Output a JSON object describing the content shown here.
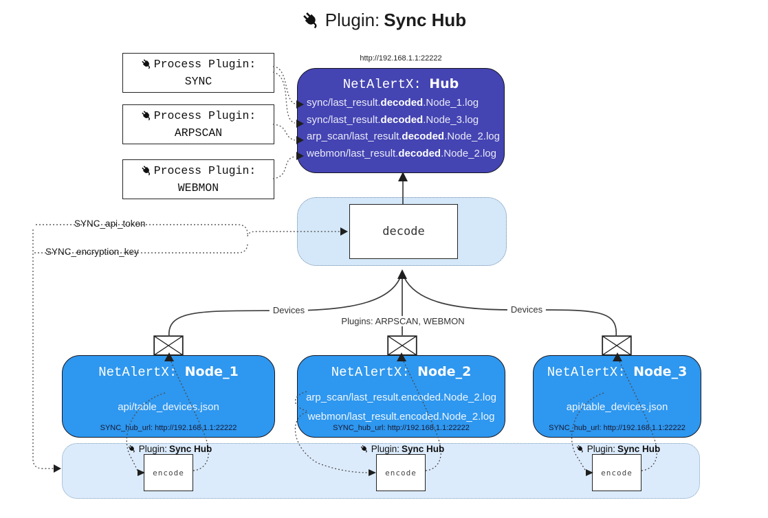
{
  "title": {
    "prefix": "Plugin: ",
    "name": "Sync Hub"
  },
  "colors": {
    "hub_fill": "#4444b3",
    "node_fill": "#2e97ef",
    "decode_panel_fill": "#d5e8f9",
    "encode_band_fill": "#dcebfb"
  },
  "process_plugins": [
    {
      "label": "Process Plugin:",
      "name": "SYNC"
    },
    {
      "label": "Process Plugin:",
      "name": "ARPSCAN"
    },
    {
      "label": "Process Plugin:",
      "name": "WEBMON"
    }
  ],
  "hub": {
    "url": "http://192.168.1.1:22222",
    "title_prefix": "NetAlertX: ",
    "title_name": "Hub",
    "logs": [
      {
        "pre": "sync/last_result.",
        "bold": "decoded",
        "post": ".Node_1.log"
      },
      {
        "pre": "sync/last_result.",
        "bold": "decoded",
        "post": ".Node_3.log"
      },
      {
        "pre": "arp_scan/last_result.",
        "bold": "decoded",
        "post": ".Node_2.log"
      },
      {
        "pre": "webmon/last_result.",
        "bold": "decoded",
        "post": ".Node_2.log"
      }
    ]
  },
  "decode_box": {
    "label": "decode"
  },
  "config_labels": {
    "api_token": "SYNC_api_token",
    "encryption_key": "SYNC_encryption_key"
  },
  "edge_labels": {
    "devices_left": "Devices",
    "plugins_mid": "Plugins: ARPSCAN, WEBMON",
    "devices_right": "Devices"
  },
  "nodes": [
    {
      "title_prefix": "NetAlertX: ",
      "title_name": "Node_1",
      "files": [
        "api/table_devices.json"
      ],
      "hub_url": "SYNC_hub_url: http://192.168.1.1:22222"
    },
    {
      "title_prefix": "NetAlertX: ",
      "title_name": "Node_2",
      "files": [
        "arp_scan/last_result.encoded.Node_2.log",
        "webmon/last_result.encoded.Node_2.log"
      ],
      "hub_url": "SYNC_hub_url: http://192.168.1.1:22222"
    },
    {
      "title_prefix": "NetAlertX: ",
      "title_name": "Node_3",
      "files": [
        "api/table_devices.json"
      ],
      "hub_url": "SYNC_hub_url: http://192.168.1.1:22222"
    }
  ],
  "encoder": {
    "caption_prefix": "Plugin: ",
    "caption_name": "Sync Hub",
    "label": "encode"
  }
}
